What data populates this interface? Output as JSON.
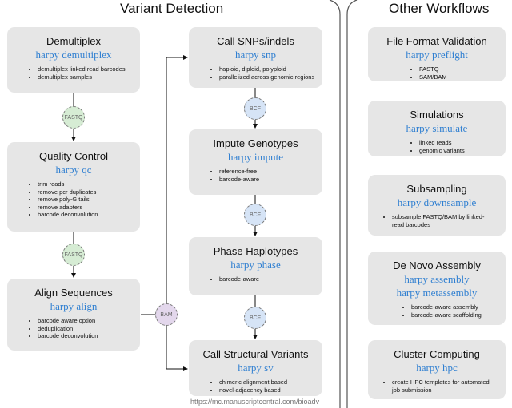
{
  "sections": {
    "variant_detection": "Variant Detection",
    "other_workflows": "Other Workflows"
  },
  "left": [
    {
      "title": "Demultiplex",
      "cmd": "harpy demultiplex",
      "items": [
        "demultiplex linked read barcodes",
        "demultiplex samples"
      ]
    },
    {
      "title": "Quality Control",
      "cmd": "harpy qc",
      "items": [
        "trim reads",
        "remove pcr duplicates",
        "remove poly-G tails",
        "remove adapters",
        "barcode deconvolution"
      ]
    },
    {
      "title": "Align Sequences",
      "cmd": "harpy align",
      "items": [
        "barcode aware option",
        "deduplication",
        "barcode deconvolution"
      ]
    }
  ],
  "middle": [
    {
      "title": "Call SNPs/indels",
      "cmd": "harpy snp",
      "items": [
        "haploid, diploid, polyploid",
        "parallelized across genomic regions"
      ]
    },
    {
      "title": "Impute Genotypes",
      "cmd": "harpy impute",
      "items": [
        "reference-free",
        "barcode-aware"
      ]
    },
    {
      "title": "Phase Haplotypes",
      "cmd": "harpy phase",
      "items": [
        "barcode-aware"
      ]
    },
    {
      "title": "Call Structural Variants",
      "cmd": "harpy sv",
      "items": [
        "chimeric alignment based",
        "novel-adjacency based"
      ]
    }
  ],
  "right": [
    {
      "title": "File Format Validation",
      "cmd": "harpy preflight",
      "items": [
        "FASTQ",
        "SAM/BAM"
      ]
    },
    {
      "title": "Simulations",
      "cmd": "harpy simulate",
      "items": [
        "linked reads",
        "genomic variants"
      ]
    },
    {
      "title": "Subsampling",
      "cmd": "harpy downsample",
      "items": [
        "subsample FASTQ/BAM by linked-read barcodes"
      ]
    },
    {
      "title": "De Novo Assembly",
      "cmd": "harpy assembly",
      "cmd2": "harpy metassembly",
      "items": [
        "barcode-aware assembly",
        "barcode-aware scaffolding"
      ]
    },
    {
      "title": "Cluster Computing",
      "cmd": "harpy hpc",
      "items": [
        "create HPC templates for automated job submission"
      ]
    }
  ],
  "badges": {
    "fastq1": "FASTQ",
    "fastq2": "FASTQ",
    "bcf1": "BCF",
    "bcf2": "BCF",
    "bcf3": "BCF",
    "bam": "BAM"
  },
  "colors": {
    "card_bg": "#e6e6e6",
    "command_blue": "#2f7fd1",
    "fastq_fill": "#d6ecd4",
    "bcf_fill": "#d6e4f6",
    "bam_fill": "#e3d7ec"
  },
  "footer": "https://mc.manuscriptcentral.com/bioadv"
}
